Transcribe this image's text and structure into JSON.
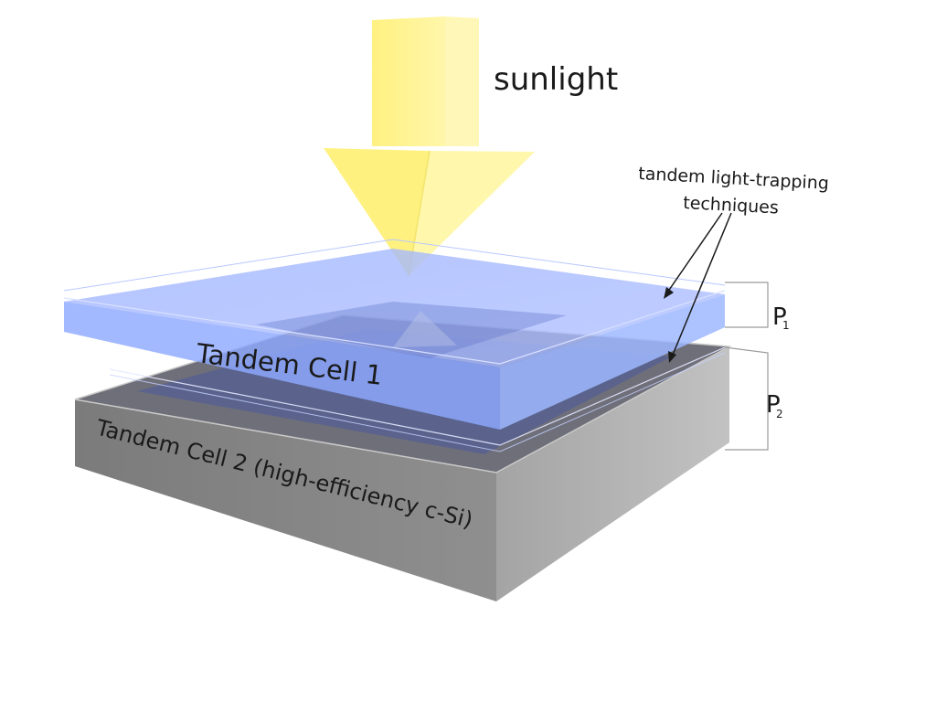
{
  "labels": {
    "sunlight": "sunlight",
    "note_line1": "tandem light-trapping",
    "note_line2": "techniques",
    "cell1": "Tandem Cell 1",
    "cell2": "Tandem Cell 2 (high-efficiency c-Si)",
    "p1_letter": "P",
    "p1_sub": "1",
    "p2_letter": "P",
    "p2_sub": "2"
  },
  "colors": {
    "arrow": "#fff27a",
    "cell1": "#8eaaff",
    "cell2": "#8a8a8a"
  }
}
